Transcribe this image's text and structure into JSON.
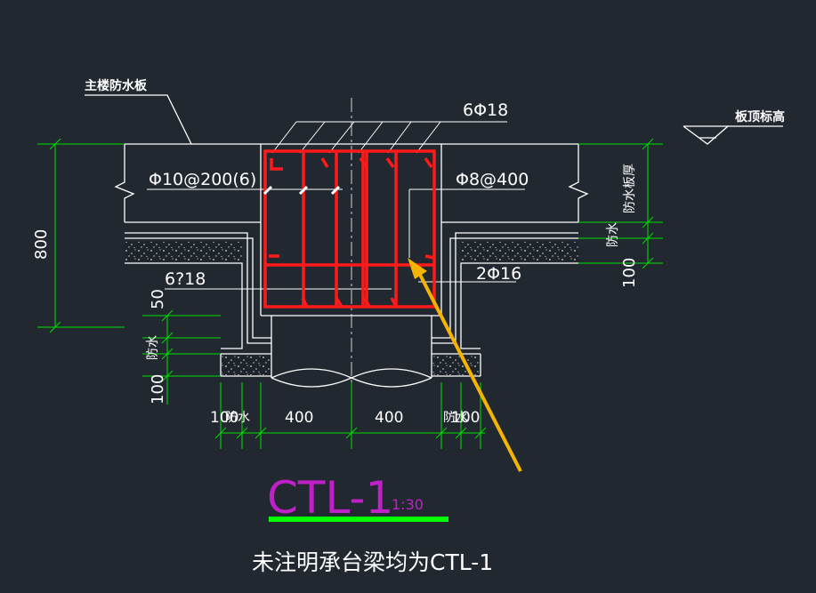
{
  "labels": {
    "main_waterproof_slab": "主楼防水板",
    "slab_top_elevation": "板顶标高",
    "top_bars": "6Φ18",
    "stirrups": "Φ10@200(6)",
    "side_bars": "Φ8@400",
    "bottom_bars": "6?18",
    "waist_bars": "2Φ16",
    "waterproof_slab_thickness": "防水板厚",
    "waterproof_right": "防水",
    "waterproof_left": "防水"
  },
  "dimensions": {
    "height_800": "800",
    "right_100": "100",
    "left_50": "50",
    "left_100": "100",
    "bottom_left_100": "100",
    "bottom_left_waterproof": "防水",
    "bottom_400_left": "400",
    "bottom_400_right": "400",
    "bottom_right_waterproof": "防水",
    "bottom_right_100": "100"
  },
  "title": {
    "name": "CTL-1",
    "scale": "1:30",
    "note": "未注明承台梁均为CTL-1"
  },
  "colors": {
    "background": "#212830",
    "rebar": "#ff1a1a",
    "dimension": "#00e000",
    "outline": "#ffffff",
    "title": "#c020c8",
    "underline": "#00ff00",
    "arrow": "#f5b400"
  }
}
